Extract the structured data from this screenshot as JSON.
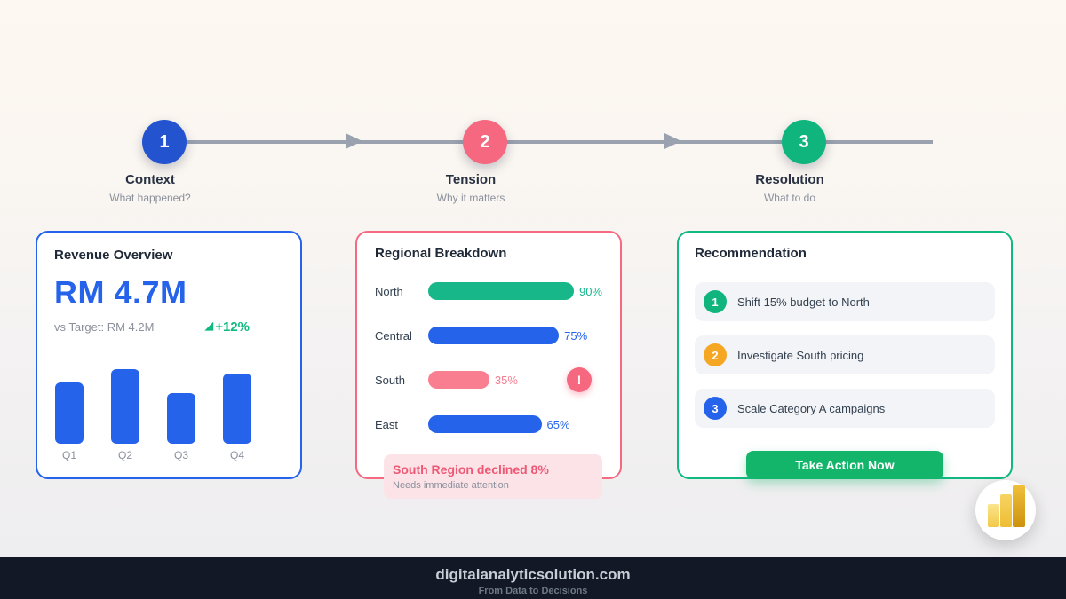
{
  "colors": {
    "step_blue": "#2353cf",
    "step_pink": "#f5687f",
    "step_green": "#10b57e",
    "accent_blue": "#2563eb",
    "accent_green": "#17b78a",
    "accent_pink": "#f87e90",
    "accent_orange": "#f5a623",
    "cta_green": "#12b569",
    "callout_bg": "#fbe3e7",
    "footer_bg": "#121826",
    "timeline_gray": "#9aa2af"
  },
  "timeline": {
    "steps": [
      {
        "number": "1",
        "label": "Context",
        "sublabel": "What happened?",
        "color": "#2353cf"
      },
      {
        "number": "2",
        "label": "Tension",
        "sublabel": "Why it matters",
        "color": "#f5687f"
      },
      {
        "number": "3",
        "label": "Resolution",
        "sublabel": "What to do",
        "color": "#10b57e"
      }
    ]
  },
  "cards": {
    "revenue": {
      "title": "Revenue Overview",
      "kpi_value": "RM 4.7M",
      "target_label": "vs Target: RM 4.2M",
      "trend_icon_glyph": "◢",
      "delta_label": "+12%",
      "chart": {
        "categories": [
          "Q1",
          "Q2",
          "Q3",
          "Q4"
        ],
        "heights_pct": [
          82,
          100,
          68,
          94
        ]
      }
    },
    "regional": {
      "title": "Regional Breakdown",
      "rows": [
        {
          "label": "North",
          "pct": 90,
          "pct_label": "90%",
          "color": "#17b78a",
          "value_color": "#17b78a",
          "alert": false
        },
        {
          "label": "Central",
          "pct": 75,
          "pct_label": "75%",
          "color": "#2563eb",
          "value_color": "#2563eb",
          "alert": false
        },
        {
          "label": "South",
          "pct": 35,
          "pct_label": "35%",
          "color": "#f87e90",
          "value_color": "#f87e90",
          "alert": true
        },
        {
          "label": "East",
          "pct": 65,
          "pct_label": "65%",
          "color": "#2563eb",
          "value_color": "#2563eb",
          "alert": false
        }
      ],
      "alert_icon_glyph": "!",
      "callout": {
        "title": "South Region declined 8%",
        "subtitle": "Needs immediate attention"
      }
    },
    "recommendation": {
      "title": "Recommendation",
      "items": [
        {
          "number": "1",
          "text": "Shift 15% budget to North",
          "color": "#10b57e"
        },
        {
          "number": "2",
          "text": "Investigate South pricing",
          "color": "#f5a623"
        },
        {
          "number": "3",
          "text": "Scale Category A campaigns",
          "color": "#2563eb"
        }
      ],
      "button_label": "Take Action Now"
    }
  },
  "footer": {
    "domain": "digitalanalyticsolution.com",
    "tagline": "From Data to Decisions"
  },
  "badge": {
    "name": "power-bi-logo"
  },
  "chart_data": [
    {
      "type": "bar",
      "title": "Revenue Overview",
      "categories": [
        "Q1",
        "Q2",
        "Q3",
        "Q4"
      ],
      "values": [
        82,
        100,
        68,
        94
      ],
      "ylabel": "relative bar height (%, unlabeled axis)",
      "xlabel": "",
      "legend": false,
      "grid": false,
      "annotations": [
        "RM 4.7M",
        "vs Target: RM 4.2M",
        "+12%"
      ]
    },
    {
      "type": "bar",
      "orientation": "horizontal",
      "title": "Regional Breakdown",
      "categories": [
        "North",
        "Central",
        "South",
        "East"
      ],
      "values": [
        90,
        75,
        35,
        65
      ],
      "value_suffix": "%",
      "xlim": [
        0,
        100
      ],
      "legend": false,
      "grid": false,
      "annotations": [
        "South Region declined 8%",
        "Needs immediate attention"
      ]
    }
  ]
}
